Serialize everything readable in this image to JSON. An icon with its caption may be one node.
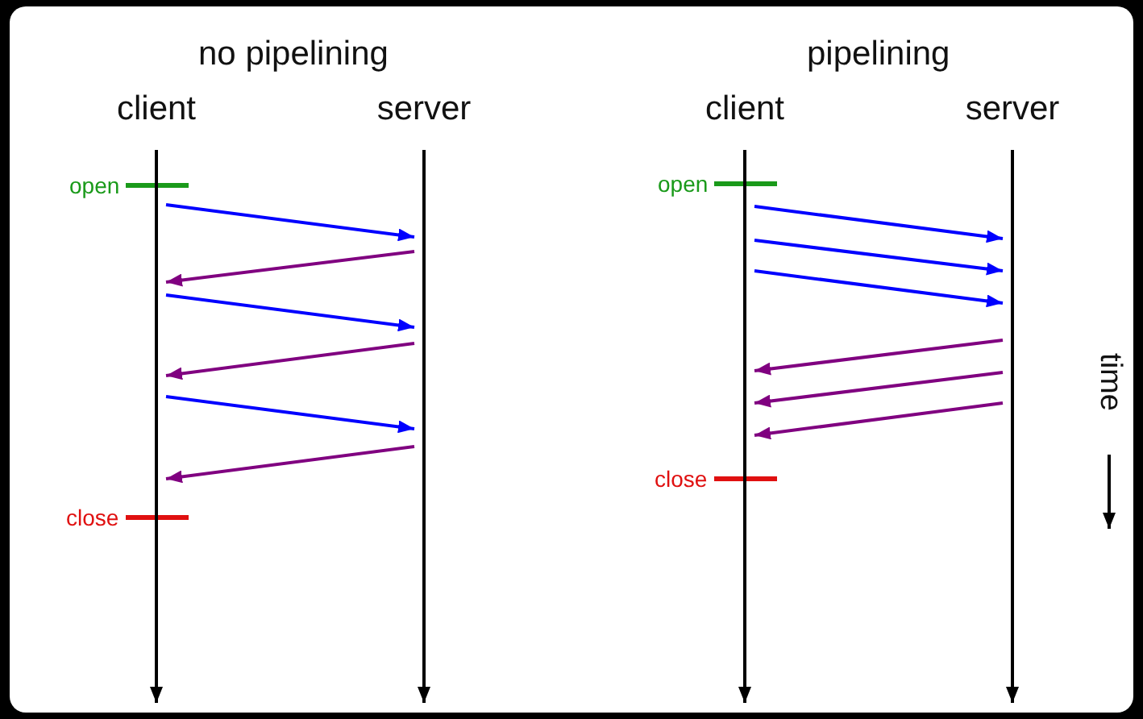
{
  "diagram": {
    "nodes": [
      {
        "text": [
          "client"
        ]
      },
      {
        "text": [
          "server"
        ]
      },
      {
        "text": [
          "client"
        ]
      },
      {
        "text": [
          "server"
        ]
      }
    ],
    "edges": [
      {
        "from": 0,
        "to": 1,
        "arrow": "to",
        "color": "#0000ff"
      },
      {
        "from": 1,
        "to": 0,
        "arrow": "to",
        "color": "#800080"
      },
      {
        "from": 0,
        "to": 1,
        "arrow": "to",
        "color": "#0000ff"
      },
      {
        "from": 1,
        "to": 0,
        "arrow": "to",
        "color": "#800080"
      },
      {
        "from": 0,
        "to": 1,
        "arrow": "to",
        "color": "#0000ff"
      },
      {
        "from": 1,
        "to": 0,
        "arrow": "to",
        "color": "#800080"
      },
      {
        "from": 2,
        "to": 3,
        "arrow": "to",
        "color": "#0000ff"
      },
      {
        "from": 2,
        "to": 3,
        "arrow": "to",
        "color": "#0000ff"
      },
      {
        "from": 2,
        "to": 3,
        "arrow": "to",
        "color": "#0000ff"
      },
      {
        "from": 3,
        "to": 2,
        "arrow": "to",
        "color": "#800080"
      },
      {
        "from": 3,
        "to": 2,
        "arrow": "to",
        "color": "#800080"
      },
      {
        "from": 3,
        "to": 2,
        "arrow": "to",
        "color": "#800080"
      }
    ],
    "labels": [
      "no pipelining",
      "pipelining",
      "open",
      "close",
      "open",
      "close",
      "time"
    ]
  }
}
